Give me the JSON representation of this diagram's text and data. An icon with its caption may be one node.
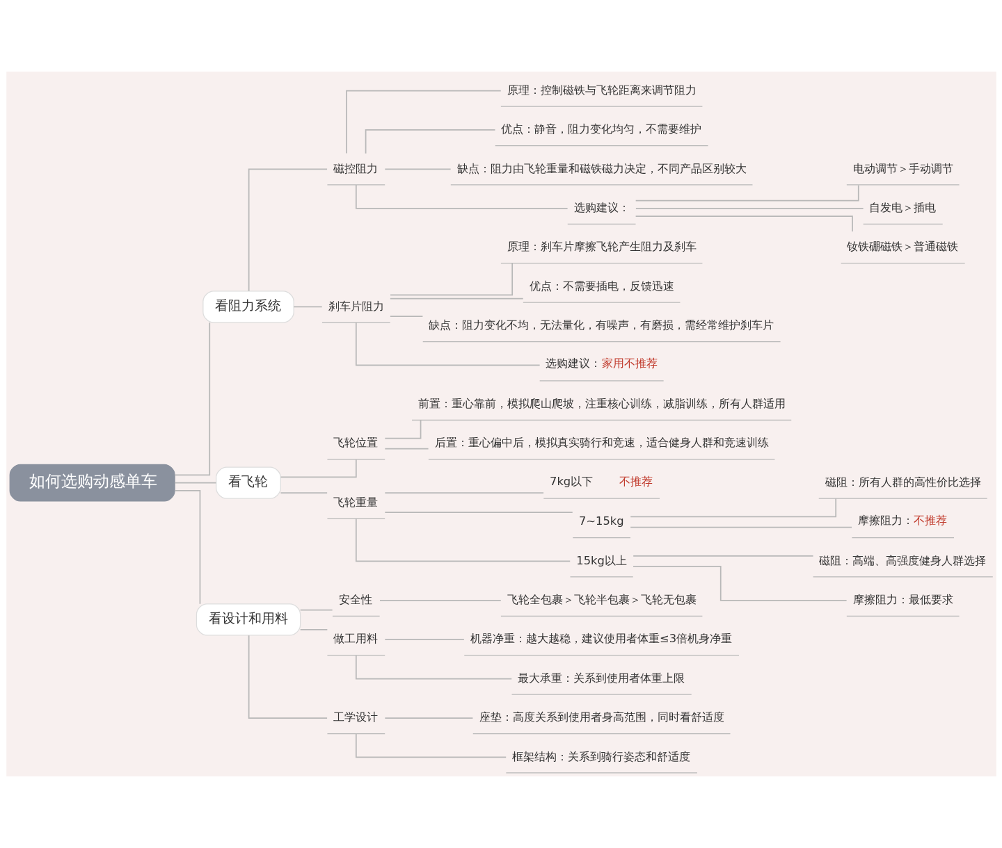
{
  "diagram": {
    "nodes": [
      {
        "text": [
          "如何选购动感单车"
        ]
      },
      {
        "text": [
          "看阻力系统"
        ]
      },
      {
        "text": [
          "磁控阻力"
        ]
      },
      {
        "text": [
          "原理：控制磁铁与飞轮距离来调节阻力"
        ]
      },
      {
        "text": [
          "优点：静音，阻力变化均匀，不需要维护"
        ]
      },
      {
        "text": [
          "缺点：阻力由飞轮重量和磁铁磁力决定，不同产品区别较大"
        ]
      },
      {
        "text": [
          "选购建议："
        ]
      },
      {
        "text": [
          "电动调节＞手动调节"
        ]
      },
      {
        "text": [
          "自发电＞插电"
        ]
      },
      {
        "text": [
          "钕铁硼磁铁＞普通磁铁"
        ]
      },
      {
        "text": [
          "刹车片阻力"
        ]
      },
      {
        "text": [
          "原理：刹车片摩擦飞轮产生阻力及刹车"
        ]
      },
      {
        "text": [
          "优点：不需要插电，反馈迅速"
        ]
      },
      {
        "text": [
          "缺点：阻力变化不均，无法量化，有噪声，有磨损，需经常维护刹车片"
        ]
      },
      {
        "text": [
          "选购建议：",
          "家用不推荐"
        ]
      },
      {
        "text": [
          "看飞轮"
        ]
      },
      {
        "text": [
          "飞轮位置"
        ]
      },
      {
        "text": [
          "前置：重心靠前，模拟爬山爬坡，注重核心训练，减脂训练，所有人群适用"
        ]
      },
      {
        "text": [
          "后置：重心偏中后，模拟真实骑行和竞速，适合健身人群和竞速训练"
        ]
      },
      {
        "text": [
          "飞轮重量"
        ]
      },
      {
        "text": [
          "7kg以下",
          "不推荐"
        ]
      },
      {
        "text": [
          "7~15kg"
        ]
      },
      {
        "text": [
          "磁阻：所有人群的高性价比选择"
        ]
      },
      {
        "text": [
          "摩擦阻力：",
          "不推荐"
        ]
      },
      {
        "text": [
          "15kg以上"
        ]
      },
      {
        "text": [
          "磁阻：高端、高强度健身人群选择"
        ]
      },
      {
        "text": [
          "摩擦阻力：最低要求"
        ]
      },
      {
        "text": [
          "看设计和用料"
        ]
      },
      {
        "text": [
          "安全性"
        ]
      },
      {
        "text": [
          "飞轮全包裹＞飞轮半包裹＞飞轮无包裹"
        ]
      },
      {
        "text": [
          "做工用料"
        ]
      },
      {
        "text": [
          "机器净重：越大越稳，建议使用者体重≤3倍机身净重"
        ]
      },
      {
        "text": [
          "最大承重：关系到使用者体重上限"
        ]
      },
      {
        "text": [
          "工学设计"
        ]
      },
      {
        "text": [
          "座垫：高度关系到使用者身高范围，同时看舒适度"
        ]
      },
      {
        "text": [
          "框架结构：关系到骑行姿态和舒适度"
        ]
      }
    ],
    "edges": [
      {
        "from": 0,
        "to": 1,
        "arrow": "none"
      },
      {
        "from": 1,
        "to": 2,
        "arrow": "none"
      },
      {
        "from": 2,
        "to": 3,
        "arrow": "none"
      },
      {
        "from": 2,
        "to": 4,
        "arrow": "none"
      },
      {
        "from": 2,
        "to": 5,
        "arrow": "none"
      },
      {
        "from": 2,
        "to": 6,
        "arrow": "none"
      },
      {
        "from": 6,
        "to": 7,
        "arrow": "none"
      },
      {
        "from": 6,
        "to": 8,
        "arrow": "none"
      },
      {
        "from": 6,
        "to": 9,
        "arrow": "none"
      },
      {
        "from": 1,
        "to": 10,
        "arrow": "none"
      },
      {
        "from": 10,
        "to": 11,
        "arrow": "none"
      },
      {
        "from": 10,
        "to": 12,
        "arrow": "none"
      },
      {
        "from": 10,
        "to": 13,
        "arrow": "none"
      },
      {
        "from": 10,
        "to": 14,
        "arrow": "none"
      },
      {
        "from": 0,
        "to": 15,
        "arrow": "none"
      },
      {
        "from": 15,
        "to": 16,
        "arrow": "none"
      },
      {
        "from": 16,
        "to": 17,
        "arrow": "none"
      },
      {
        "from": 16,
        "to": 18,
        "arrow": "none"
      },
      {
        "from": 15,
        "to": 19,
        "arrow": "none"
      },
      {
        "from": 19,
        "to": 20,
        "arrow": "none"
      },
      {
        "from": 19,
        "to": 21,
        "arrow": "none"
      },
      {
        "from": 21,
        "to": 22,
        "arrow": "none"
      },
      {
        "from": 21,
        "to": 23,
        "arrow": "none"
      },
      {
        "from": 19,
        "to": 24,
        "arrow": "none"
      },
      {
        "from": 24,
        "to": 25,
        "arrow": "none"
      },
      {
        "from": 24,
        "to": 26,
        "arrow": "none"
      },
      {
        "from": 0,
        "to": 27,
        "arrow": "none"
      },
      {
        "from": 27,
        "to": 28,
        "arrow": "none"
      },
      {
        "from": 28,
        "to": 29,
        "arrow": "none"
      },
      {
        "from": 27,
        "to": 30,
        "arrow": "none"
      },
      {
        "from": 30,
        "to": 31,
        "arrow": "none"
      },
      {
        "from": 30,
        "to": 32,
        "arrow": "none"
      },
      {
        "from": 27,
        "to": 33,
        "arrow": "none"
      },
      {
        "from": 33,
        "to": 34,
        "arrow": "none"
      },
      {
        "from": 33,
        "to": 35,
        "arrow": "none"
      }
    ]
  }
}
